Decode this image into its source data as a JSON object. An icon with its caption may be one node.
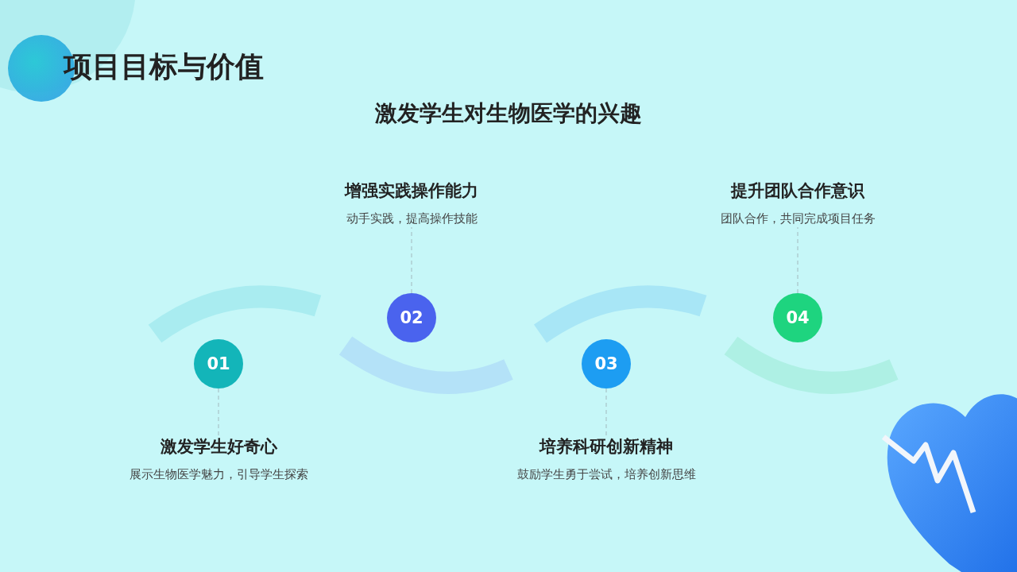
{
  "diagram": {
    "title": "项目目标与价值",
    "nodes": [
      {
        "text": [
          "01"
        ]
      },
      {
        "text": [
          "激发学生好奇心",
          "展示生物医学魅力，引导学生探索"
        ]
      },
      {
        "text": [
          "02"
        ]
      },
      {
        "text": [
          "增强实践操作能力",
          "动手实践，提高操作技能"
        ]
      },
      {
        "text": [
          "03"
        ]
      },
      {
        "text": [
          "培养科研创新精神",
          "鼓励学生勇于尝试，培养创新思维"
        ]
      },
      {
        "text": [
          "04"
        ]
      },
      {
        "text": [
          "提升团队合作意识",
          "团队合作，共同完成项目任务"
        ]
      }
    ],
    "edges": [
      {
        "from": 0,
        "to": 1,
        "arrow": "none",
        "style": "dashed"
      },
      {
        "from": 2,
        "to": 3,
        "arrow": "none",
        "style": "dashed"
      },
      {
        "from": 4,
        "to": 5,
        "arrow": "none",
        "style": "dashed"
      },
      {
        "from": 6,
        "to": 7,
        "arrow": "none",
        "style": "dashed"
      }
    ],
    "labels": [
      "激发学生对生物医学的兴趣"
    ]
  }
}
